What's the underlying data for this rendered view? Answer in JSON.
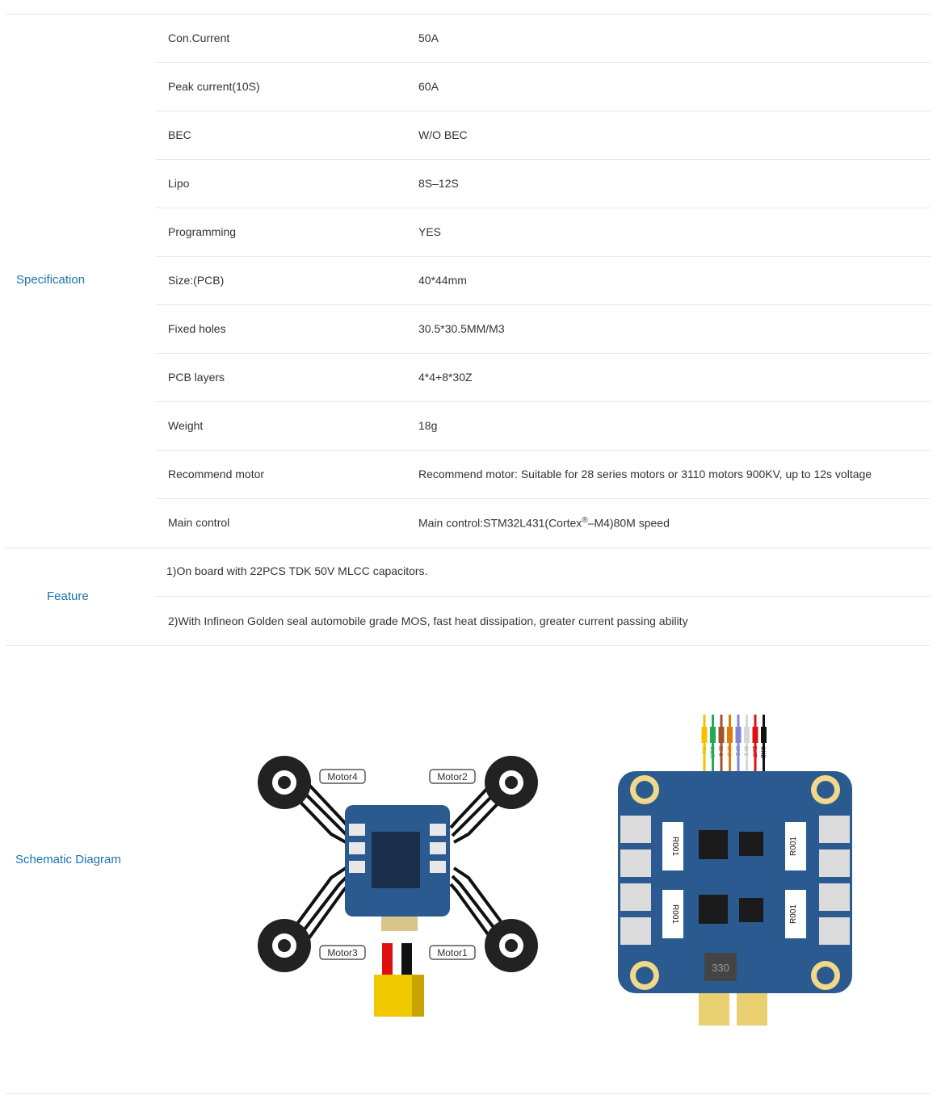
{
  "sections": {
    "specification": "Specification",
    "feature": "Feature",
    "schematic": "Schematic Diagram"
  },
  "spec_rows": [
    {
      "key": "Con.Current",
      "value": "50A"
    },
    {
      "key": "Peak current(10S)",
      "value": "60A"
    },
    {
      "key": "BEC",
      "value": "W/O BEC"
    },
    {
      "key": "Lipo",
      "value": "8S–12S"
    },
    {
      "key": "Programming",
      "value": "YES"
    },
    {
      "key": "Size:(PCB)",
      "value": "40*44mm"
    },
    {
      "key": "Fixed holes",
      "value": "30.5*30.5MM/M3"
    },
    {
      "key": "PCB layers",
      "value": "4*4+8*30Z"
    },
    {
      "key": "Weight",
      "value": "18g"
    },
    {
      "key": "Recommend motor",
      "value": "Recommend motor:  Suitable for 28 series motors or 3110 motors  900KV, up to 12s voltage"
    },
    {
      "key": "Main control",
      "value_pre": "Main control:STM32L431(Cortex",
      "value_sup": "®",
      "value_post": "–M4)80M  speed"
    }
  ],
  "features": [
    "1)On board with 22PCS TDK 50V MLCC capacitors.",
    "2)With Infineon Golden seal automobile grade MOS, fast heat dissipation, greater current passing ability"
  ],
  "diagram": {
    "motors": [
      "Motor4",
      "Motor2",
      "Motor3",
      "Motor1"
    ],
    "wires": [
      {
        "label": "TX",
        "color": "#f2c200"
      },
      {
        "label": "CUR",
        "color": "#22aa55"
      },
      {
        "label": "M-4",
        "color": "#a0522d"
      },
      {
        "label": "M-3",
        "color": "#e07b00"
      },
      {
        "label": "M-2",
        "color": "#7f86d6"
      },
      {
        "label": "M-1",
        "color": "#d8d8d8"
      },
      {
        "label": "BAT",
        "color": "#e01010"
      },
      {
        "label": "GND",
        "color": "#111111"
      }
    ],
    "pcb_labels": [
      "R001",
      "R001",
      "R001",
      "R001",
      "330"
    ]
  },
  "colors": {
    "accent": "#1a73b5",
    "pcb": "#2a5a8f",
    "connector": "#f0c800"
  }
}
